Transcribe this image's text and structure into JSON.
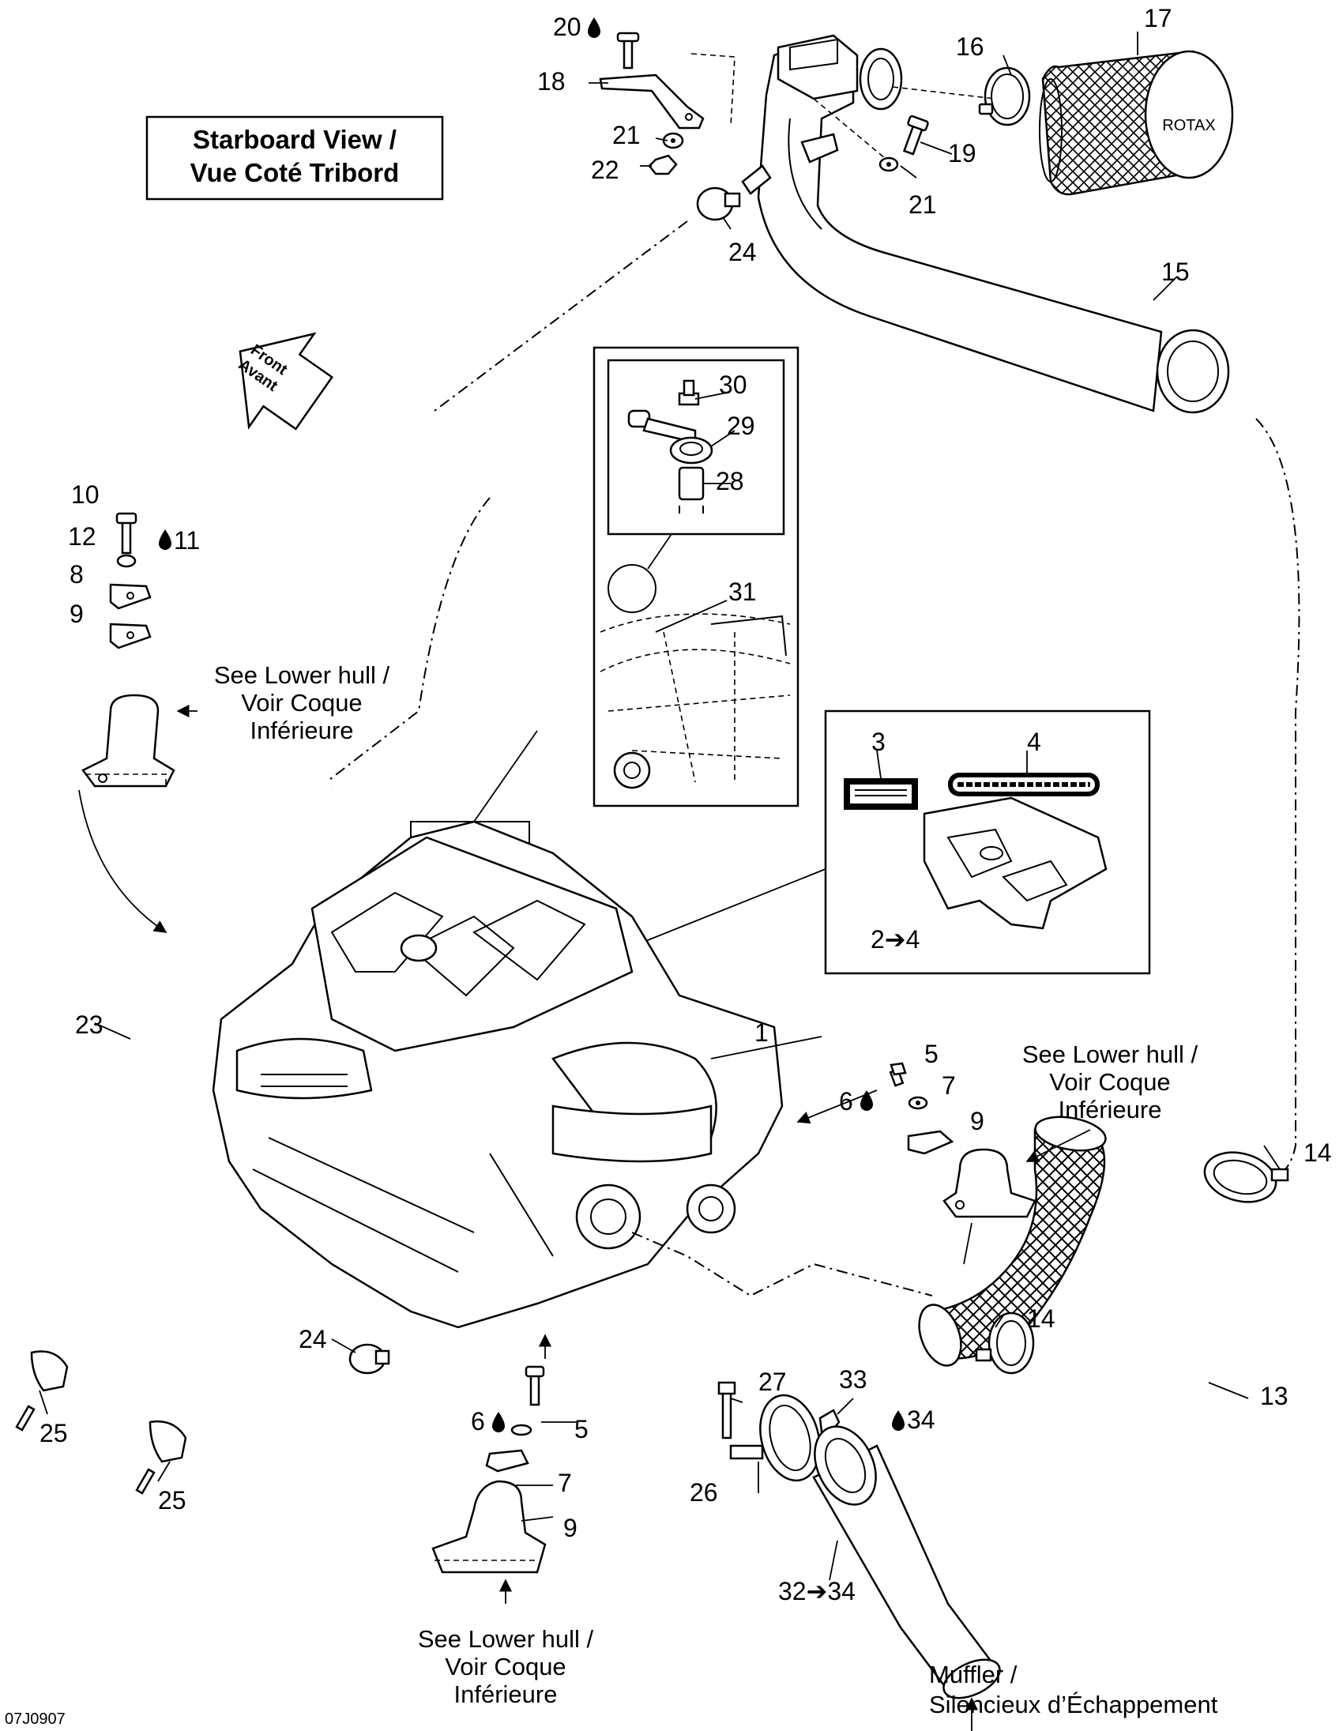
{
  "title": {
    "line1": "Starboard View /",
    "line2": "Vue Coté Tribord"
  },
  "front_arrow": {
    "line1": "Front",
    "line2": "Avant"
  },
  "notes": {
    "lower_hull_left": [
      "See Lower hull /",
      "Voir Coque",
      "Inférieure"
    ],
    "lower_hull_right": [
      "See Lower hull /",
      "Voir Coque",
      "Inférieure"
    ],
    "lower_hull_bottom": [
      "See Lower hull /",
      "Voir Coque",
      "Inférieure"
    ],
    "muffler": [
      "Muffler /",
      "Silencieux d’Échappement"
    ]
  },
  "filter_brand": "ROTAX",
  "callouts": {
    "c1": "1",
    "c2to4": "2➔4",
    "c3": "3",
    "c4": "4",
    "c5a": "5",
    "c5b": "5",
    "c6a": "6",
    "c6b": "6",
    "c7a": "7",
    "c7b": "7",
    "c8": "8",
    "c9a": "9",
    "c9b": "9",
    "c9c": "9",
    "c10": "10",
    "c11": "11",
    "c12": "12",
    "c13": "13",
    "c14a": "14",
    "c14b": "14",
    "c15": "15",
    "c16": "16",
    "c17": "17",
    "c18": "18",
    "c19": "19",
    "c20": "20",
    "c21a": "21",
    "c21b": "21",
    "c22": "22",
    "c23": "23",
    "c24a": "24",
    "c24b": "24",
    "c25a": "25",
    "c25b": "25",
    "c26": "26",
    "c27": "27",
    "c28": "28",
    "c29": "29",
    "c30": "30",
    "c31": "31",
    "c32to34": "32➔34",
    "c33": "33",
    "c34": "34"
  },
  "drawing_code": "07J0907"
}
